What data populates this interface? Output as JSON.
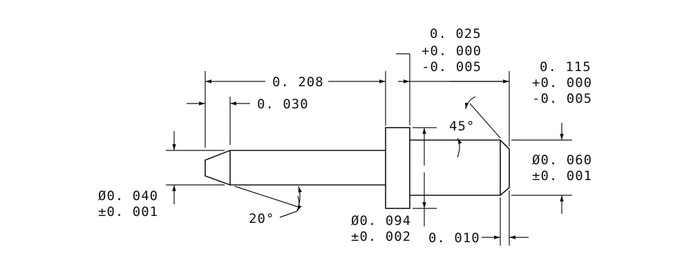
{
  "dimensions": {
    "overall_length": "0. 208",
    "tip_length": "0. 030",
    "collar_width": {
      "value": "0. 025",
      "tol_plus": "+0. 000",
      "tol_minus": "-0. 005"
    },
    "rear_length": {
      "value": "0. 115",
      "tol_plus": "+0. 000",
      "tol_minus": "-0. 005"
    },
    "front_diameter": {
      "value": "Ø0. 040",
      "tol": "±0. 001"
    },
    "collar_diameter": {
      "value": "Ø0. 094",
      "tol": "±0. 002"
    },
    "rear_diameter": {
      "value": "Ø0. 060",
      "tol": "±0. 001"
    },
    "rear_chamfer_length": "0. 010",
    "tip_angle": "20°",
    "chamfer_angle": "45°"
  }
}
